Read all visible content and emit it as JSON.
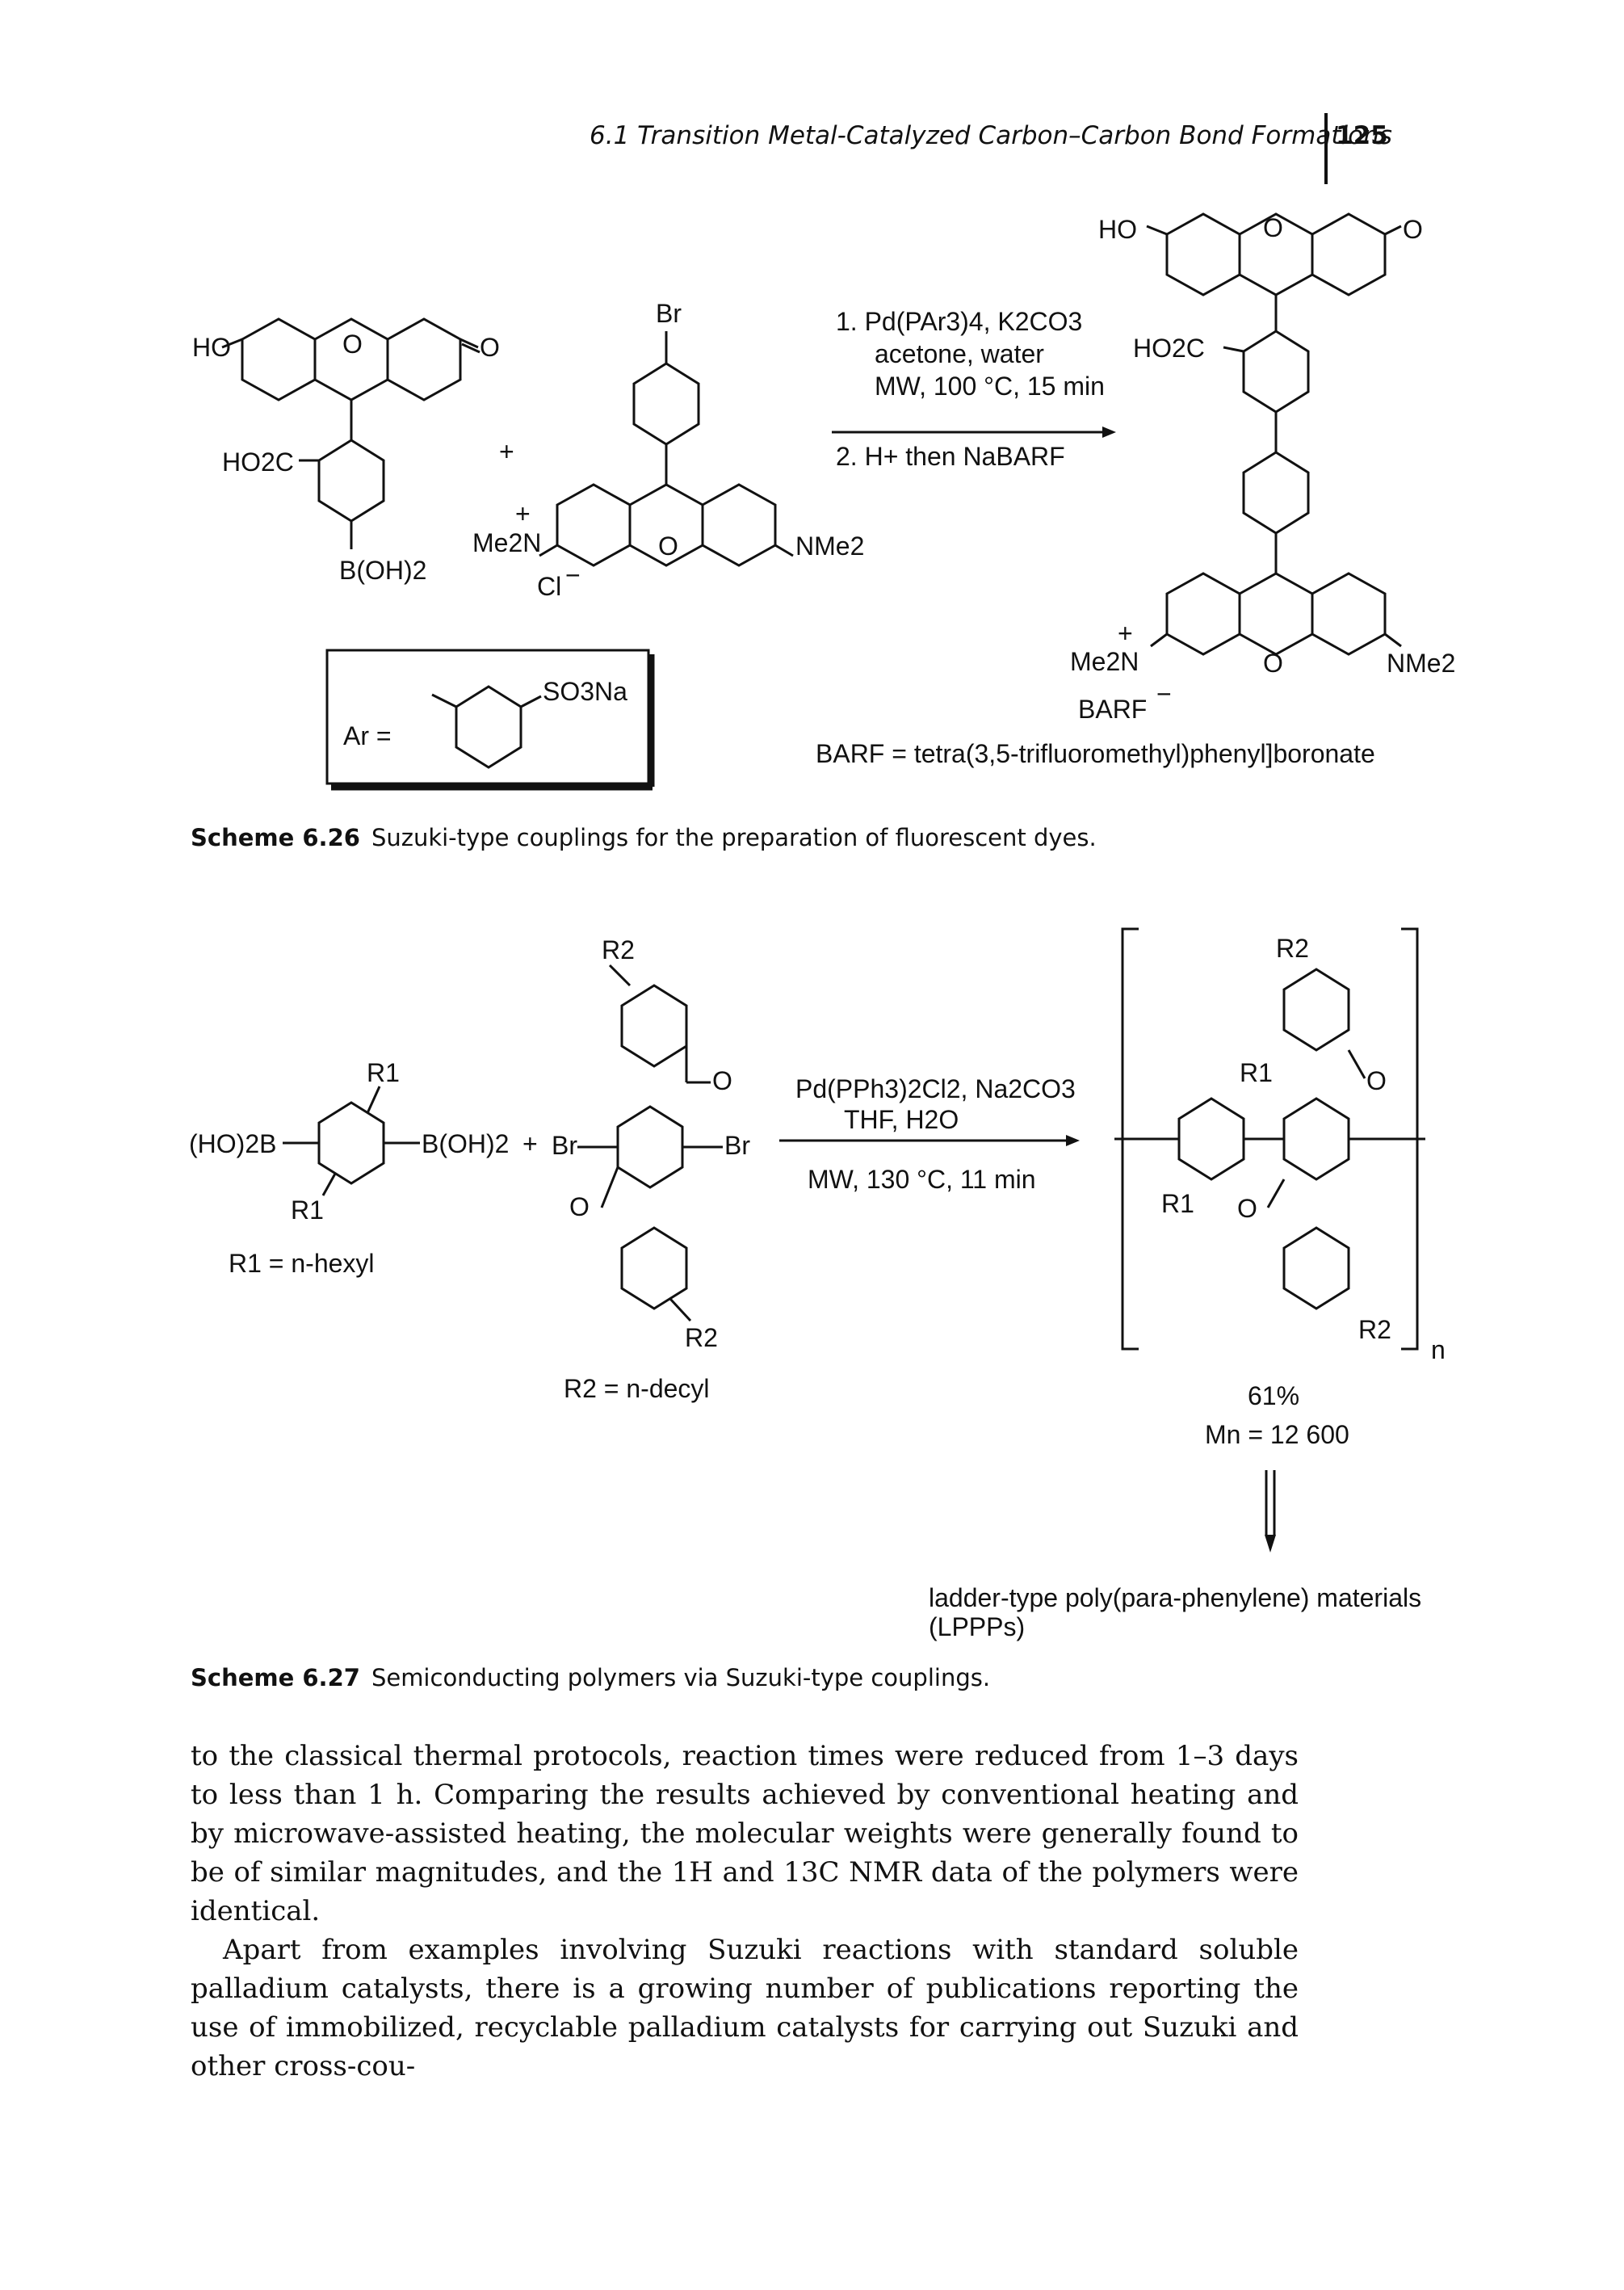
{
  "header": {
    "running_title": "6.1 Transition Metal-Catalyzed Carbon–Carbon Bond Formations",
    "page_number": "125"
  },
  "scheme_626": {
    "reactant1_labels": {
      "ho": "HO",
      "o_ring": "O",
      "o_ketone": "O",
      "ho2c": "HO2C",
      "boronic": "B(OH)2"
    },
    "plus": "+",
    "reactant2_labels": {
      "br": "Br",
      "charge_plus": "+",
      "me2n": "Me2N",
      "o_ring": "O",
      "nme2": "NMe2",
      "cl": "Cl",
      "cl_charge": "−"
    },
    "conditions": {
      "step1_a": "1. Pd(PAr3)4, K2CO3",
      "step1_b": "acetone, water",
      "step1_c": "MW, 100 °C, 15 min",
      "step2": "2. H+ then NaBARF"
    },
    "product_labels": {
      "ho": "HO",
      "o_ring": "O",
      "o_ketone": "O",
      "ho2c": "HO2C",
      "charge_plus": "+",
      "me2n": "Me2N",
      "o_ring2": "O",
      "nme2": "NMe2",
      "barf": "BARF",
      "barf_charge": "−"
    },
    "ar_box": {
      "ar_label": "Ar =",
      "substituent": "SO3Na"
    },
    "barf_definition": "BARF = tetra(3,5-trifluoromethyl)phenyl]boronate",
    "caption_label": "Scheme 6.26",
    "caption_text": "Suzuki-type couplings for the preparation of fluorescent dyes."
  },
  "scheme_627": {
    "monomer1_labels": {
      "r1_top": "R1",
      "left": "(HO)2B",
      "right": "B(OH)2",
      "r1_bottom": "R1",
      "r1_def": "R1 = n-hexyl"
    },
    "plus": "+",
    "monomer2_labels": {
      "r2_top": "R2",
      "o_top": "O",
      "br_left": "Br",
      "br_right": "Br",
      "o_bottom": "O",
      "r2_bottom": "R2",
      "r2_def": "R2 = n-decyl"
    },
    "conditions": {
      "line1": "Pd(PPh3)2Cl2, Na2CO3",
      "line2": "THF, H2O",
      "line3": "MW, 130 °C, 11 min"
    },
    "polymer_labels": {
      "r2_top": "R2",
      "r1": "R1",
      "o_top": "O",
      "r1_sub": "R1",
      "o_bottom": "O",
      "r2_bottom": "R2",
      "n": "n"
    },
    "yield": "61%",
    "mn": "Mn = 12 600",
    "final_product": "ladder-type poly(para-phenylene) materials (LPPPs)",
    "caption_label": "Scheme 6.27",
    "caption_text": "Semiconducting polymers via Suzuki-type couplings."
  },
  "body": {
    "p1": "to the classical thermal protocols, reaction times were reduced from 1–3 days to less than 1 h. Comparing the results achieved by conventional heating and by microwave-assisted heating, the molecular weights were generally found to be of similar magnitudes, and the 1H and 13C NMR data of the polymers were identical.",
    "p2": "Apart from examples involving Suzuki reactions with standard soluble palladium catalysts, there is a growing number of publications reporting the use of immobilized, recyclable palladium catalysts for carrying out Suzuki and other cross-cou-"
  }
}
